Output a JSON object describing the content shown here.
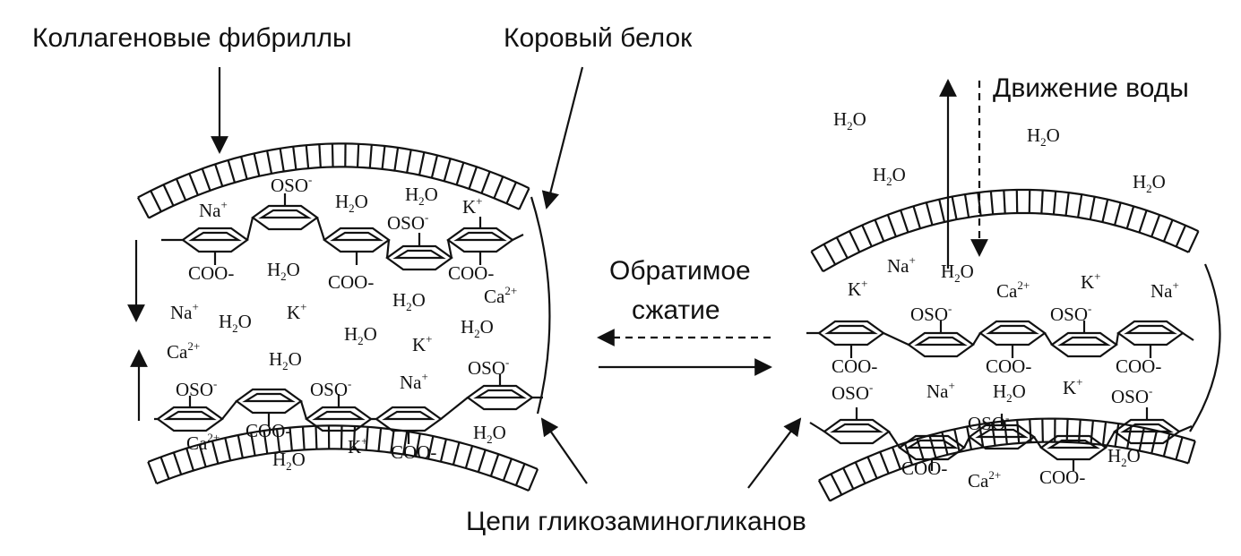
{
  "labels": {
    "collagen": "Коллагеновые фибриллы",
    "core_protein": "Коровый белок",
    "water_movement": "Движение воды",
    "reversible_1": "Обратимое",
    "reversible_2": "сжатие",
    "gag_chains": "Цепи гликозаминогликанов"
  },
  "left_ions": [
    {
      "base": "Na",
      "sup": "+"
    },
    {
      "base": "OSO",
      "sup": "-"
    },
    {
      "base": "H",
      "sub": "2",
      "tail": "O"
    },
    {
      "base": "H",
      "sub": "2",
      "tail": "O"
    },
    {
      "base": "K",
      "sup": "+"
    },
    {
      "base": "OSO",
      "sup": "-"
    },
    {
      "base": "COO-"
    },
    {
      "base": "H",
      "sub": "2",
      "tail": "O"
    },
    {
      "base": "COO-"
    },
    {
      "base": "COO-"
    },
    {
      "base": "H",
      "sub": "2",
      "tail": "O"
    },
    {
      "base": "Ca",
      "sup": "2+"
    },
    {
      "base": "Na",
      "sup": "+"
    },
    {
      "base": "H",
      "sub": "2",
      "tail": "O"
    },
    {
      "base": "K",
      "sup": "+"
    },
    {
      "base": "H",
      "sub": "2",
      "tail": "O"
    },
    {
      "base": "H",
      "sub": "2",
      "tail": "O"
    },
    {
      "base": "K",
      "sup": "+"
    },
    {
      "base": "Ca",
      "sup": "2+"
    },
    {
      "base": "H",
      "sub": "2",
      "tail": "O"
    },
    {
      "base": "Na",
      "sup": "+"
    },
    {
      "base": "OSO",
      "sup": "-"
    },
    {
      "base": "OSO",
      "sup": "-"
    },
    {
      "base": "OSO",
      "sup": "-"
    },
    {
      "base": "Ca",
      "sup": "2+"
    },
    {
      "base": "COO-"
    },
    {
      "base": "H",
      "sub": "2",
      "tail": "O"
    },
    {
      "base": "K",
      "sup": "+"
    },
    {
      "base": "COO-"
    },
    {
      "base": "H",
      "sub": "2",
      "tail": "O"
    }
  ],
  "right_ions": [
    {
      "base": "H",
      "sub": "2",
      "tail": "O"
    },
    {
      "base": "H",
      "sub": "2",
      "tail": "O"
    },
    {
      "base": "H",
      "sub": "2",
      "tail": "O"
    },
    {
      "base": "H",
      "sub": "2",
      "tail": "O"
    },
    {
      "base": "K",
      "sup": "+"
    },
    {
      "base": "Na",
      "sup": "+"
    },
    {
      "base": "H",
      "sub": "2",
      "tail": "O"
    },
    {
      "base": "Ca",
      "sup": "2+"
    },
    {
      "base": "K",
      "sup": "+"
    },
    {
      "base": "Na",
      "sup": "+"
    },
    {
      "base": "OSO",
      "sup": "-"
    },
    {
      "base": "OSO",
      "sup": "-"
    },
    {
      "base": "COO-"
    },
    {
      "base": "COO-"
    },
    {
      "base": "COO-"
    },
    {
      "base": "OSO",
      "sup": "-"
    },
    {
      "base": "Na",
      "sup": "+"
    },
    {
      "base": "H",
      "sub": "2",
      "tail": "O"
    },
    {
      "base": "K",
      "sup": "+"
    },
    {
      "base": "OSO",
      "sup": "-"
    },
    {
      "base": "OSO",
      "sup": "-"
    },
    {
      "base": "COO-"
    },
    {
      "base": "Ca",
      "sup": "2+"
    },
    {
      "base": "COO-"
    },
    {
      "base": "H",
      "sub": "2",
      "tail": "O"
    }
  ]
}
